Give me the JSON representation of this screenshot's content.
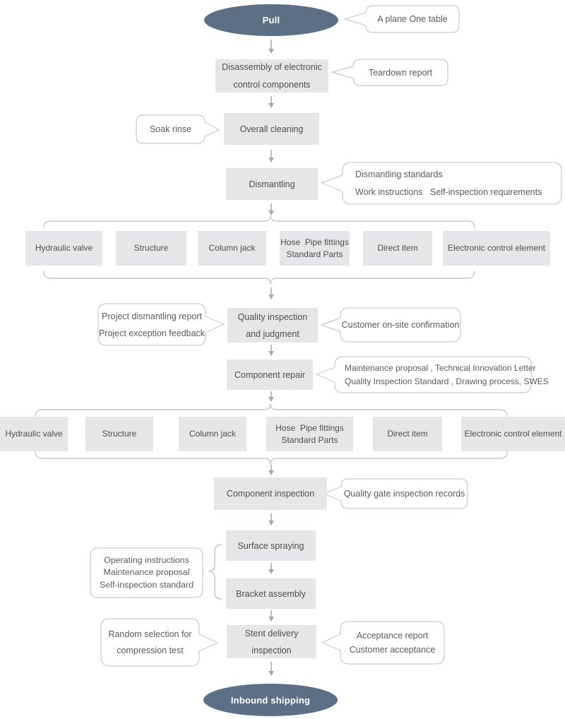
{
  "colors": {
    "terminal_fill": "#5b7084",
    "terminal_text": "#ffffff",
    "process_box_fill": "#e6e6e8",
    "process_box_text": "#4f4f4f",
    "callout_border": "#c9c9c9",
    "callout_fill": "#ffffff",
    "callout_text": "#5a5a5a",
    "arrow": "#a8a8a8",
    "brace": "#c9c9c9"
  },
  "flow": {
    "start": "Pull",
    "disassembly": "Disassembly of electronic\ncontrol components",
    "overall_cleaning": "Overall cleaning",
    "dismantling": "Dismantling",
    "quality_inspection": "Quality inspection\nand judgment",
    "component_repair": "Component repair",
    "component_inspection": "Component inspection",
    "surface_spraying": "Surface spraying",
    "bracket_assembly": "Bracket assembly",
    "stent_delivery_inspection": "Stent delivery\ninspection",
    "end": "Inbound shipping"
  },
  "parts_row_top": [
    "Hydraulic valve",
    "Structure",
    "Column jack",
    "Hose  Pipe fittings\nStandard Parts",
    "Direct item",
    "Electronic control element"
  ],
  "parts_row_bottom": [
    "Hydraulic valve",
    "Structure",
    "Column jack",
    "Hose  Pipe fittings\nStandard Parts",
    "Direct item",
    "Electronic control element"
  ],
  "callouts": {
    "plane_table": "A plane One table",
    "teardown_report": "Teardown report",
    "soak_rinse": "Soak rinse",
    "dismantling_standards": "Dismantling standards\nWork instructions   Self-inspection requirements",
    "project_feedback": "Project dismantling report\nProject exception feedback",
    "customer_confirmation": "Customer on-site confirmation",
    "maintenance_docs": "Maintenance proposal , Technical Innovation Letter\nQuality Inspection Standard , Drawing process, SWES",
    "quality_gate_records": "Quality gate inspection records",
    "operating_docs": "Operating instructions\nMaintenance proposal\nSelf-inspection standard",
    "compression_test": "Random selection for\ncompression test",
    "acceptance": "Acceptance report\nCustomer acceptance"
  }
}
